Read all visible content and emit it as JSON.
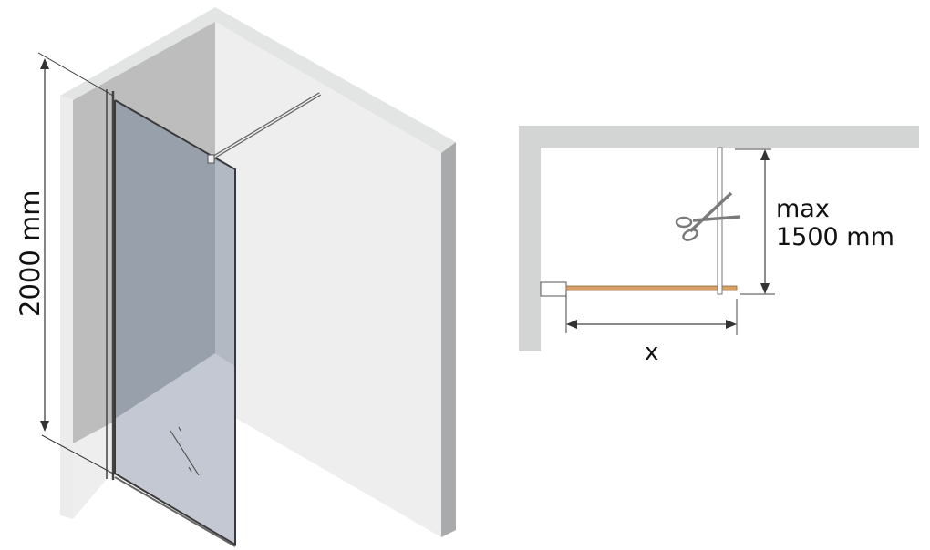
{
  "iso_view": {
    "height_dimension_label": "2000 mm",
    "colors": {
      "wall_top": "#e3e5e5",
      "wall_face_back": "#bdbdbd",
      "wall_face_right": "#eeeeee",
      "wall_edge": "#a9aaab",
      "glass": "#98a0ab",
      "glass_lower": "#c4c8d2",
      "glass_frame": "#3a3a3a",
      "dimension_line": "#333333"
    }
  },
  "plan_view": {
    "max_label_line1": "max",
    "max_label_line2": "1500 mm",
    "x_label": "x",
    "cut_icon": "scissors-icon",
    "colors": {
      "wall": "#d3d4d4",
      "glass_panel": "#d8a066",
      "support_bar": "#888888",
      "dimension_line": "#333333"
    }
  }
}
